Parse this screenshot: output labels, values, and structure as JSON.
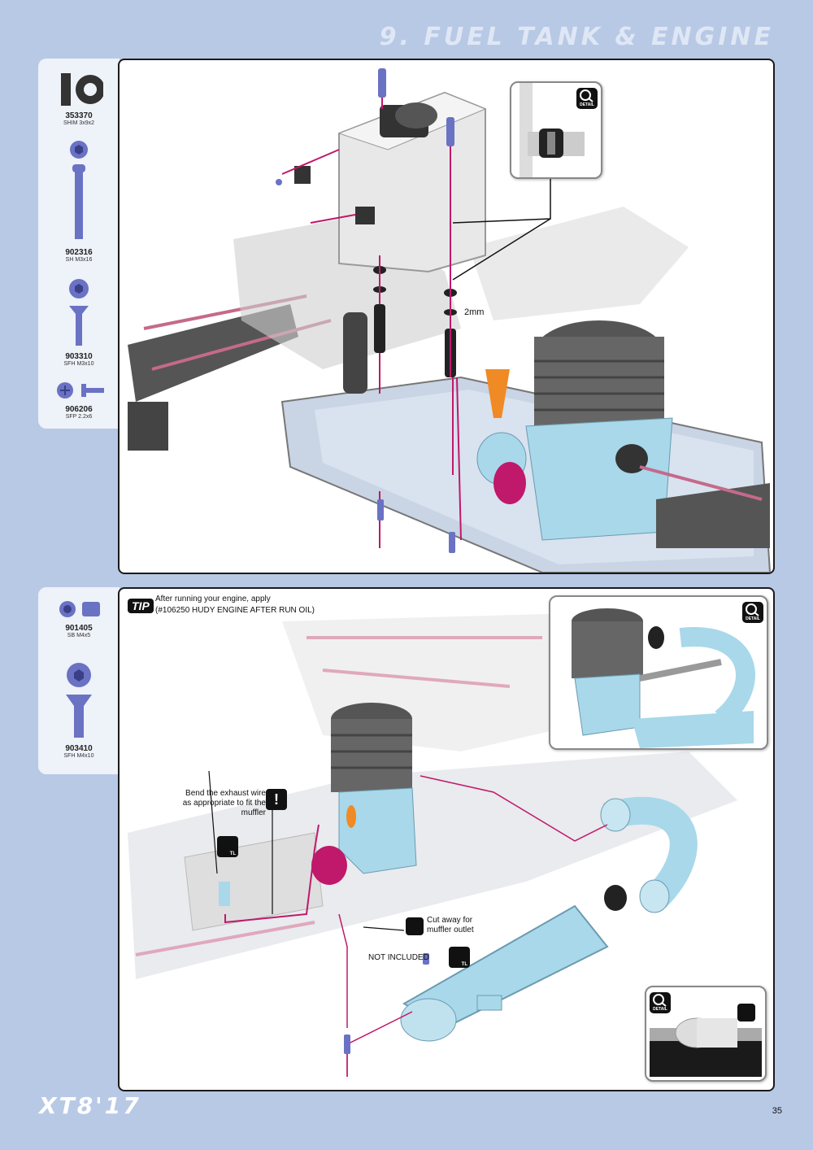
{
  "header": {
    "title": "9. FUEL TANK & ENGINE"
  },
  "parts_top": [
    {
      "code": "353370",
      "desc": "SHIM 3x9x2"
    },
    {
      "code": "902316",
      "desc": "SH M3x16"
    },
    {
      "code": "903310",
      "desc": "SFH M3x10"
    },
    {
      "code": "906206",
      "desc": "SFP 2.2x6"
    }
  ],
  "parts_bottom": [
    {
      "code": "901405",
      "desc": "SB M4x5"
    },
    {
      "code": "903410",
      "desc": "SFH M4x10"
    }
  ],
  "panel_a": {
    "spacer_label": "2mm",
    "detail_label": "DETAIL"
  },
  "panel_b": {
    "tip_badge": "TIP",
    "tip_line1": "After running your engine, apply",
    "tip_line2": "(#106250 HUDY ENGINE AFTER RUN OIL)",
    "bend_note": "Bend the exhaust wire as appropriate to fit the muffler",
    "cut_note": "Cut away for muffler outlet",
    "not_included": "NOT INCLUDED",
    "detail_label": "DETAIL",
    "tool_label": "TL"
  },
  "footer": {
    "logo": "XT8'17",
    "page_number": "35"
  },
  "colors": {
    "background": "#b8c9e6",
    "accent": "#c0186a",
    "engine_blue": "#a8d8ea"
  }
}
